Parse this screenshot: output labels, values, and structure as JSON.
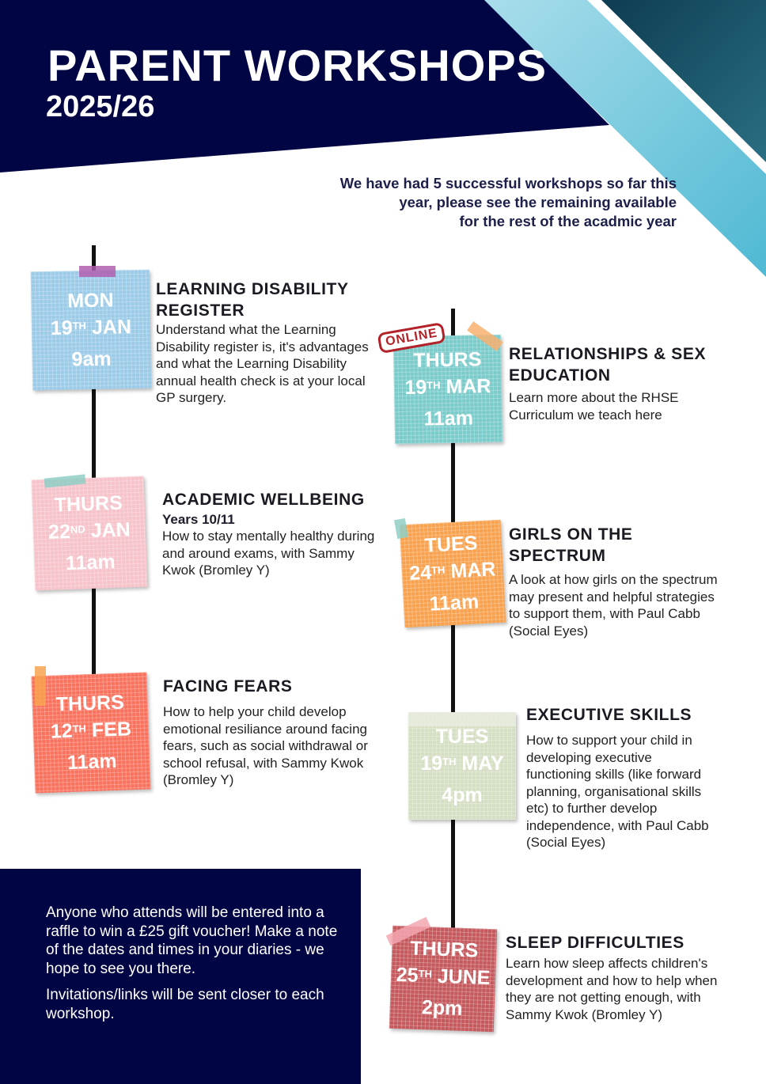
{
  "header": {
    "title": "PARENT WORKSHOPS",
    "year": "2025/26"
  },
  "intro": [
    "We have had 5 successful workshops so far this",
    "year, please see the remaining available",
    "for the rest of the acadmic year"
  ],
  "online_badge": "ONLINE",
  "events": [
    {
      "day": "MON",
      "num": "19",
      "sup": "TH",
      "month": "JAN",
      "time": "9am",
      "title": "LEARNING DISABILITY REGISTER",
      "subtitle": "",
      "description": "Understand what the Learning Disability register is, it's advantages and what the Learning Disability annual health check is at your local GP surgery."
    },
    {
      "day": "THURS",
      "num": "22",
      "sup": "ND",
      "month": "JAN",
      "time": "11am",
      "title": "ACADEMIC WELLBEING",
      "subtitle": "Years 10/11",
      "description": "How to stay mentally healthy during and around exams, with Sammy Kwok (Bromley Y)"
    },
    {
      "day": "THURS",
      "num": "12",
      "sup": "TH",
      "month": "FEB",
      "time": "11am",
      "title": "FACING FEARS",
      "subtitle": "",
      "description": "How to help your child develop emotional resiliance around facing fears, such as social withdrawal or school refusal, with Sammy Kwok (Bromley Y)"
    },
    {
      "day": "THURS",
      "num": "19",
      "sup": "TH",
      "month": "MAR",
      "time": "11am",
      "title": "RELATIONSHIPS & SEX EDUCATION",
      "subtitle": "",
      "description": "Learn more about the RHSE Curriculum we teach here"
    },
    {
      "day": "TUES",
      "num": "24",
      "sup": "TH",
      "month": "MAR",
      "time": "11am",
      "title": "GIRLS ON THE SPECTRUM",
      "subtitle": "",
      "description": "A look at how girls on the spectrum may present and helpful strategies to support them, with Paul Cabb (Social Eyes)"
    },
    {
      "day": "TUES",
      "num": "19",
      "sup": "TH",
      "month": "MAY",
      "time": "4pm",
      "title": "EXECUTIVE SKILLS",
      "subtitle": "",
      "description": "How to support your child in developing executive functioning skills (like forward planning, organisational skills etc) to further develop independence, with Paul Cabb (Social Eyes)"
    },
    {
      "day": "THURS",
      "num": "25",
      "sup": "TH",
      "month": "JUNE",
      "time": "2pm",
      "title": "SLEEP DIFFICULTIES",
      "subtitle": "",
      "description": "Learn how sleep affects children's development and how to help when they are not getting enough, with Sammy Kwok (Bromley Y)"
    }
  ],
  "footer": {
    "raffle": "Anyone who attends will be entered into a raffle to win a £25 gift voucher! Make a note of the dates and times in your diaries - we hope to see you there.",
    "invites": "Invitations/links will be sent closer to each workshop."
  },
  "colors": {
    "navy": "#020543",
    "note_colors": [
      "#9ccbe8",
      "#f6c3ca",
      "#f9725d",
      "#7bcbcb",
      "#f8a24f",
      "#d4dfc4",
      "#c55a5e"
    ]
  }
}
